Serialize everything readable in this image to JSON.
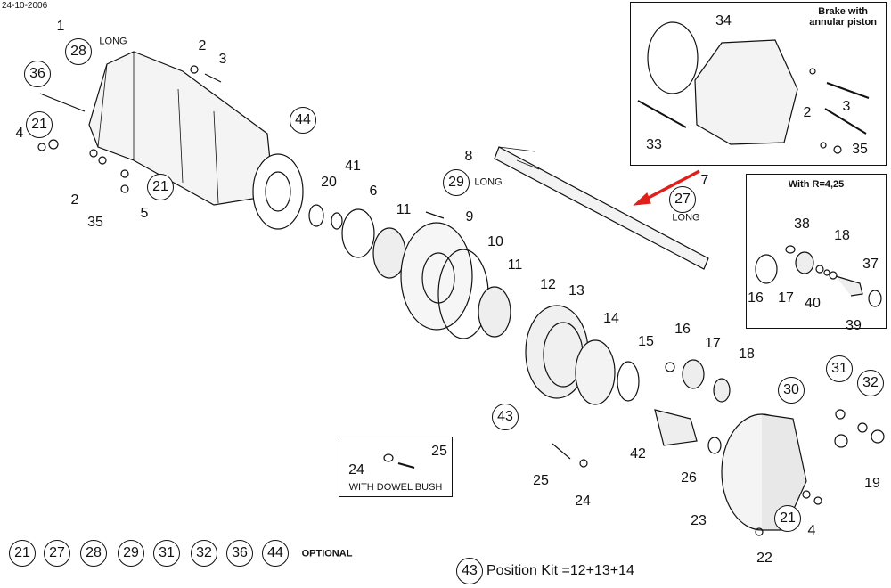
{
  "date": "24-10-2006",
  "brake_box": {
    "title_line1": "Brake with",
    "title_line2": "annular piston"
  },
  "ratio_box": {
    "title": "With R=4,25"
  },
  "dowel_box": {
    "caption": "WITH DOWEL BUSH"
  },
  "optional_label": "OPTIONAL",
  "optional_items": [
    "21",
    "27",
    "28",
    "29",
    "31",
    "32",
    "36",
    "44"
  ],
  "kit": {
    "number": "43",
    "text": "Position Kit =12+13+14"
  },
  "callouts": [
    "1",
    "28",
    "LONG",
    "2",
    "3",
    "36",
    "21",
    "4",
    "2",
    "35",
    "21",
    "5",
    "44",
    "20",
    "41",
    "6",
    "11",
    "8",
    "29",
    "LONG",
    "9",
    "10",
    "11",
    "12",
    "13",
    "14",
    "15",
    "16",
    "17",
    "18",
    "43",
    "42",
    "25",
    "24",
    "26",
    "23",
    "30",
    "31",
    "32",
    "19",
    "21",
    "4",
    "22",
    "7",
    "27",
    "LONG",
    "34",
    "2",
    "3",
    "33",
    "35",
    "38",
    "18",
    "37",
    "16",
    "17",
    "40",
    "39",
    "24",
    "25"
  ],
  "colors": {
    "arrow": "#e0201b",
    "line": "#111111"
  }
}
